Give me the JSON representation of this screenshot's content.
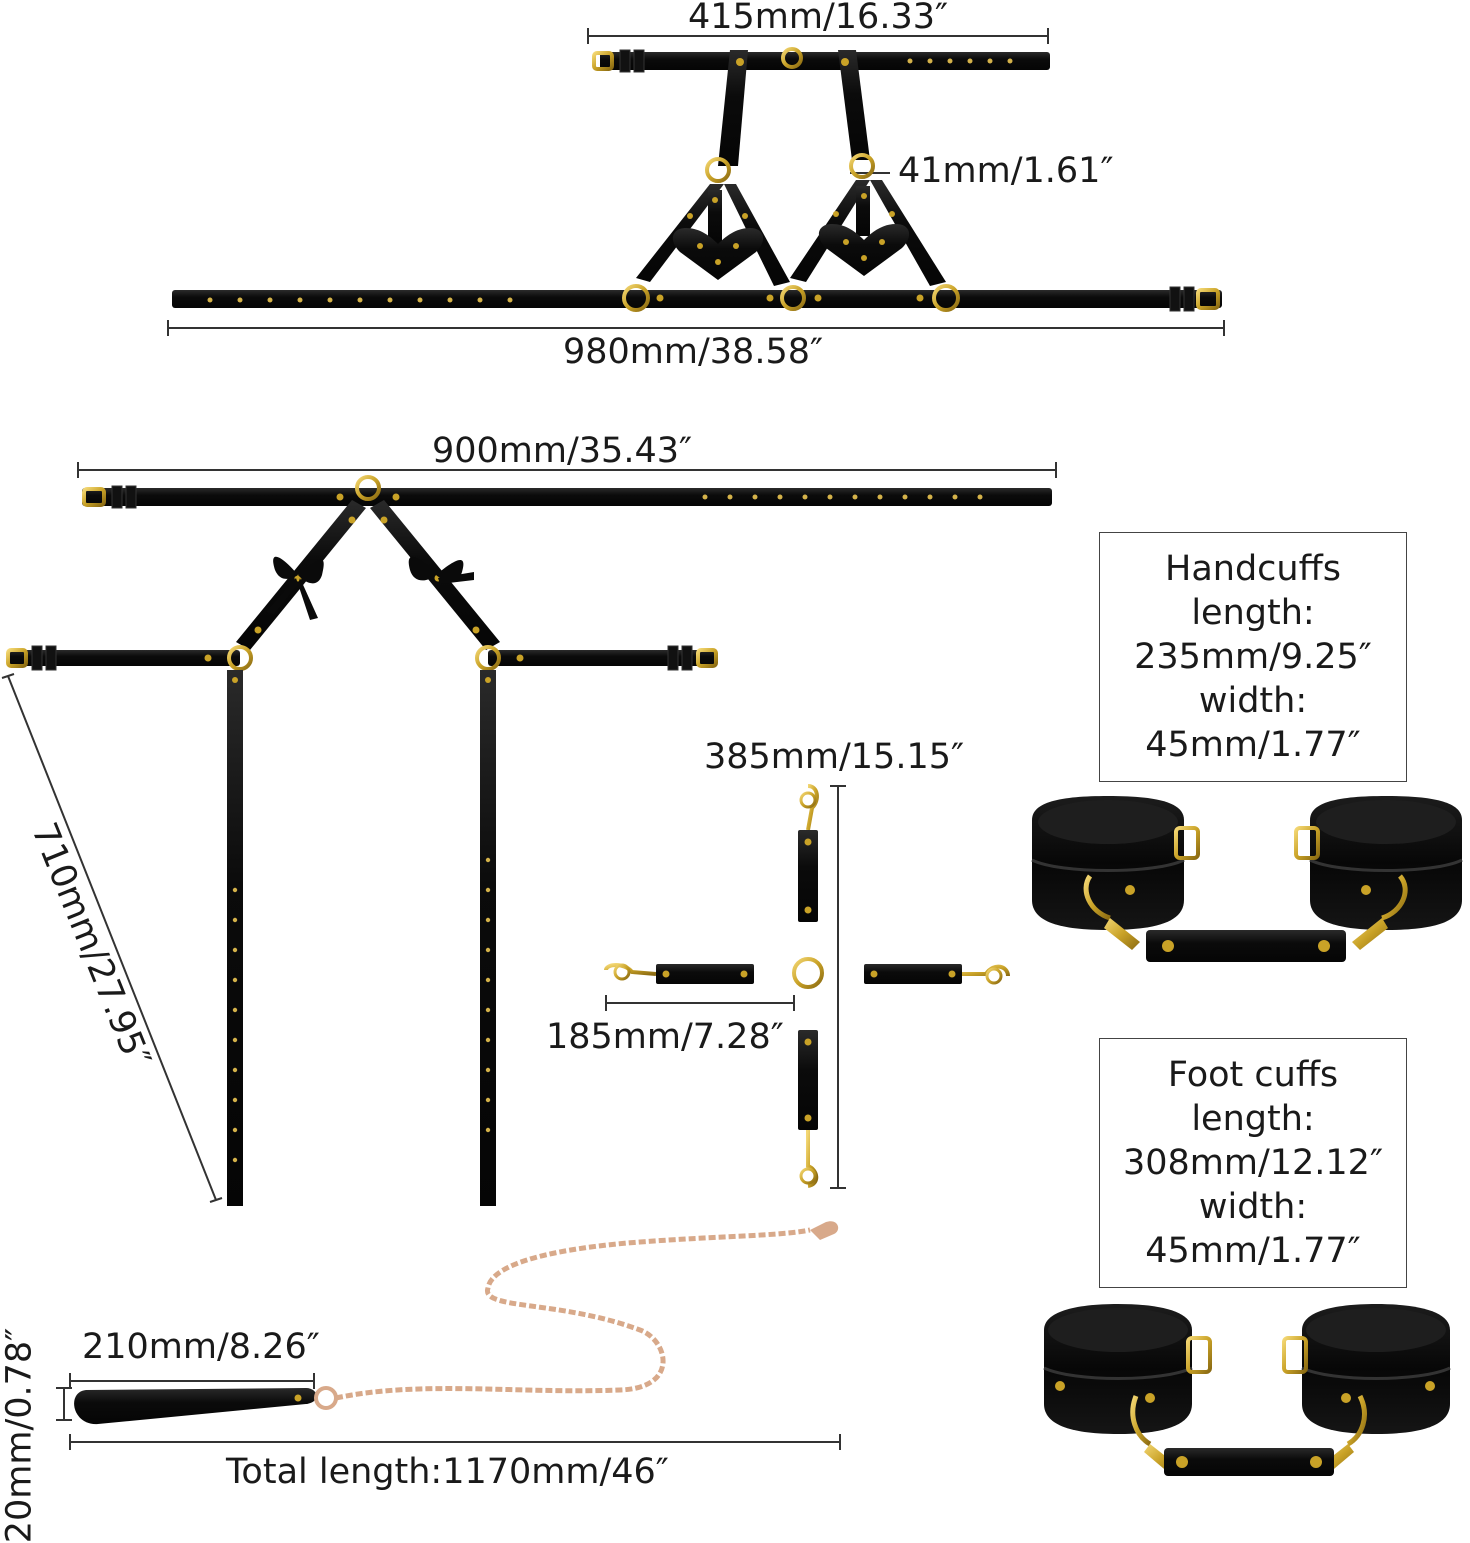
{
  "colors": {
    "leather": "#0b0b0b",
    "leather_edge": "#2b2b2b",
    "gold": "#c9a227",
    "gold_dark": "#8a6a12",
    "rose_gold": "#d8a98a",
    "line": "#333333"
  },
  "dimensions": {
    "bra_top_width": "415mm/16.33″",
    "bra_ring": "41mm/1.61″",
    "bra_bottom_width": "980mm/38.58″",
    "belt_width": "900mm/35.43″",
    "garter_length": "710mm/27.95″",
    "cross_height": "385mm/15.15″",
    "cross_arm": "185mm/7.28″",
    "leash_handle_length": "210mm/8.26″",
    "leash_handle_width": "20mm/0.78″",
    "leash_total": "Total length:1170mm/46″"
  },
  "handcuffs": {
    "title": "Handcuffs",
    "length_label": "length:",
    "length_value": "235mm/9.25″",
    "width_label": "width:",
    "width_value": "45mm/1.77″"
  },
  "footcuffs": {
    "title": "Foot cuffs",
    "length_label": "length:",
    "length_value": "308mm/12.12″",
    "width_label": "width:",
    "width_value": "45mm/1.77″"
  }
}
